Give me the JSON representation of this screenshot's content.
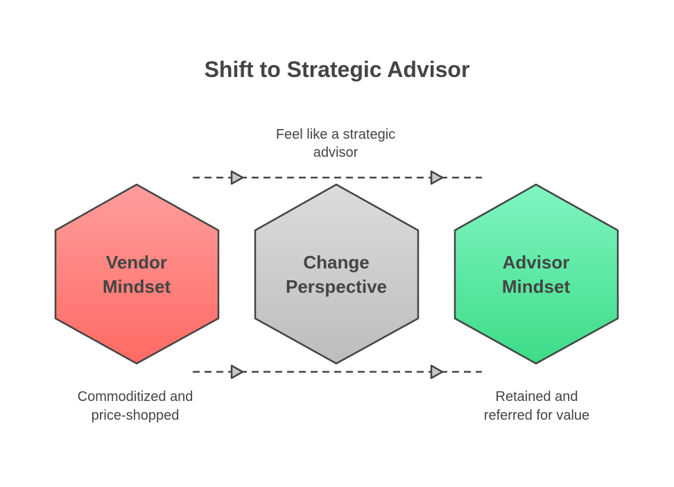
{
  "title": "Shift to Strategic Advisor",
  "top_note": [
    "Feel like a strategic",
    "advisor"
  ],
  "nodes": [
    {
      "id": "vendor",
      "lines": [
        "Vendor",
        "Mindset"
      ],
      "color_top": "#ff9e9c",
      "color_bottom": "#ff6a64"
    },
    {
      "id": "change",
      "lines": [
        "Change",
        "Perspective"
      ],
      "color_top": "#dcdcdc",
      "color_bottom": "#bdbdbd"
    },
    {
      "id": "advisor",
      "lines": [
        "Advisor",
        "Mindset"
      ],
      "color_top": "#80f5c2",
      "color_bottom": "#3ddc88"
    }
  ],
  "bottom_left_note": [
    "Commoditized and",
    "price-shopped"
  ],
  "bottom_right_note": [
    "Retained and",
    "referred for value"
  ]
}
